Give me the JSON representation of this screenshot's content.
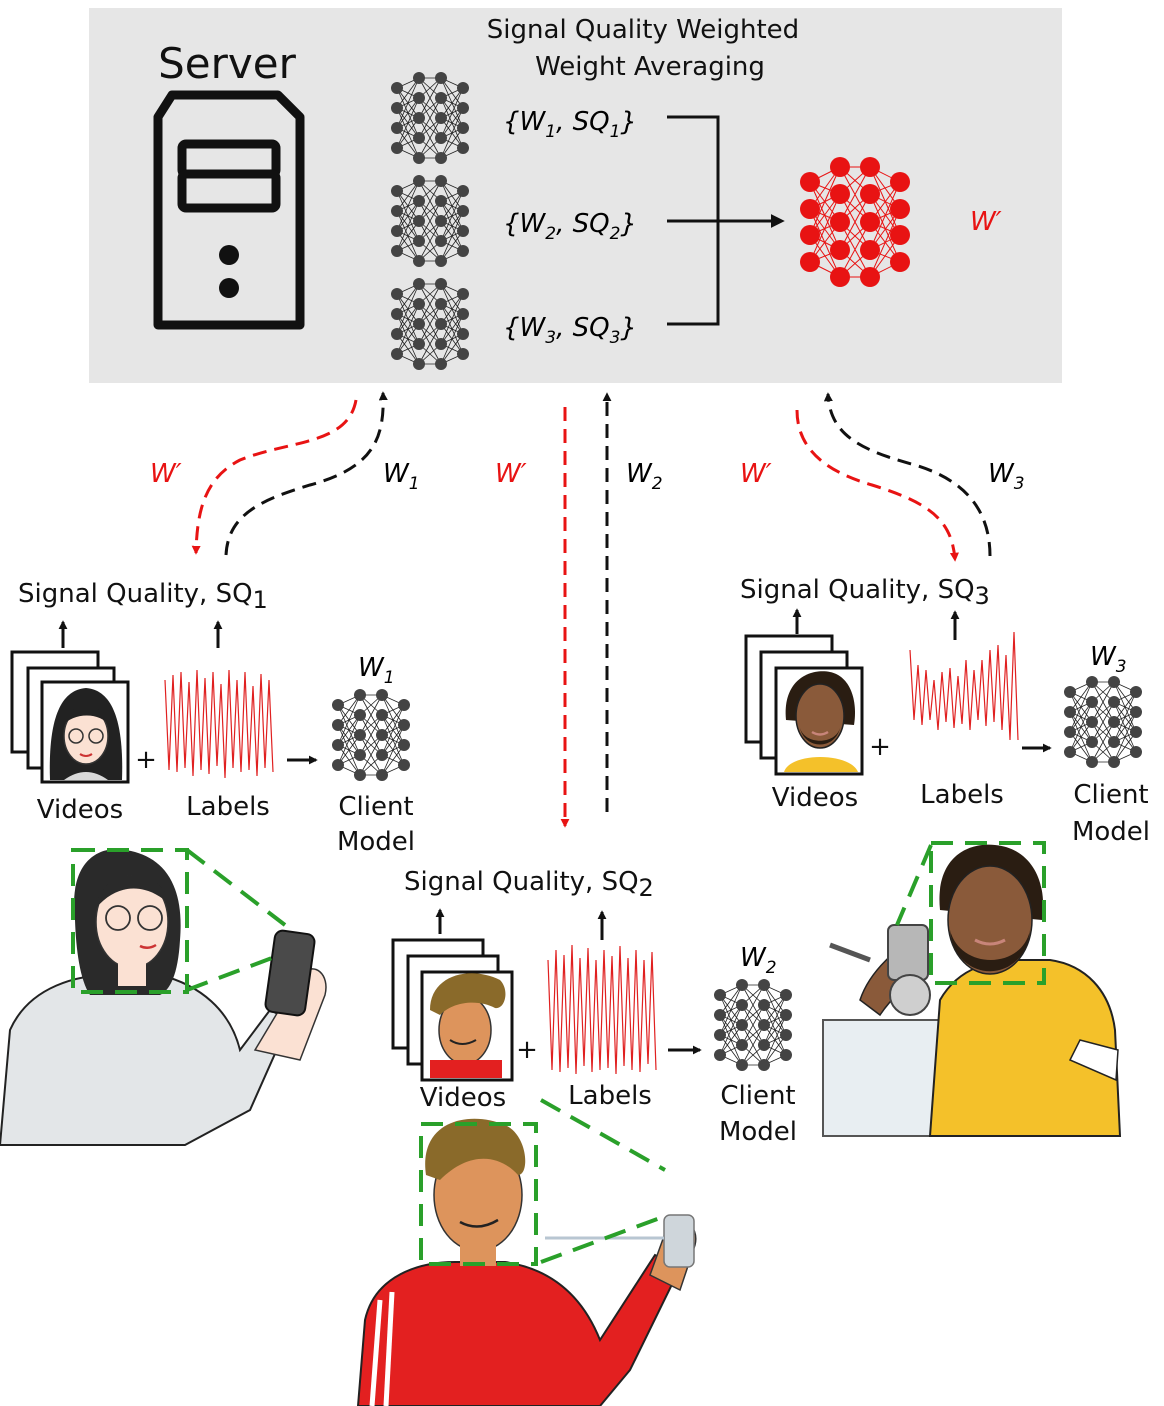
{
  "server": {
    "title": "Server",
    "aggregation_line1": "Signal Quality Weighted",
    "aggregation_line2": "Weight Averaging",
    "updates": [
      {
        "w": "W",
        "wsub": "1",
        "sq": "SQ",
        "sqsub": "1"
      },
      {
        "w": "W",
        "wsub": "2",
        "sq": "SQ",
        "sqsub": "2"
      },
      {
        "w": "W",
        "wsub": "3",
        "sq": "SQ",
        "sqsub": "3"
      }
    ],
    "global_model_label": "W′"
  },
  "links": {
    "global_label": "W′",
    "client1_upload": {
      "w": "W",
      "sub": "1"
    },
    "client2_upload": {
      "w": "W",
      "sub": "2"
    },
    "client3_upload": {
      "w": "W",
      "sub": "3"
    }
  },
  "clients": [
    {
      "sq_text": "Signal Quality, SQ",
      "sq_sub": "1",
      "model_w": "W",
      "model_sub": "1",
      "videos": "Videos",
      "labels": "Labels",
      "model_line1": "Client",
      "model_line2": "Model",
      "plus": "+"
    },
    {
      "sq_text": "Signal Quality, SQ",
      "sq_sub": "2",
      "model_w": "W",
      "model_sub": "2",
      "videos": "Videos",
      "labels": "Labels",
      "model_line1": "Client",
      "model_line2": "Model",
      "plus": "+"
    },
    {
      "sq_text": "Signal Quality, SQ",
      "sq_sub": "3",
      "model_w": "W",
      "model_sub": "3",
      "videos": "Videos",
      "labels": "Labels",
      "model_line1": "Client",
      "model_line2": "Model",
      "plus": "+"
    }
  ],
  "colors": {
    "server_bg": "#e6e6e6",
    "global": "#e81313",
    "node": "#444444",
    "crop_box": "#2aa02a",
    "signal": "#e02020"
  }
}
